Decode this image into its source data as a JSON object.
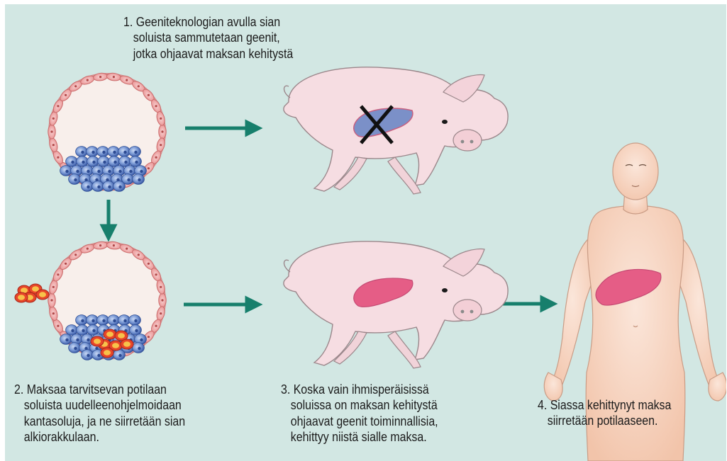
{
  "colors": {
    "background": "#d2e7e3",
    "arrow": "#177f6c",
    "pig_skin": "#f5dde2",
    "pig_outline": "#9d8a8e",
    "cell_membrane": "#f2a8a8",
    "embryo_cell": "#6e8fcf",
    "human_cell": "#e8462a",
    "liver_human": "#e85a84",
    "liver_pig": "#7b90c8",
    "human_skin": "#f7d7c4"
  },
  "steps": [
    {
      "number": "1.",
      "lines": [
        "Geeniteknologian avulla sian",
        "soluista sammutetaan geenit,",
        "jotka ohjaavat maksan kehitystä"
      ]
    },
    {
      "number": "2.",
      "lines": [
        "Maksaa tarvitsevan potilaan",
        "soluista uudelleenohjelmoidaan",
        "kantasoluja, ja ne siirretään sian",
        "alkiorakkulaan."
      ]
    },
    {
      "number": "3.",
      "lines": [
        "Koska vain ihmisperäisissä",
        "soluissa on maksan kehitystä",
        "ohjaavat geenit toiminnallisia,",
        "kehittyy niistä sialle maksa."
      ]
    },
    {
      "number": "4.",
      "lines": [
        "Siassa kehittynyt maksa",
        "siirretään potilaaseen."
      ]
    }
  ],
  "icons": [
    "blastocyst-icon",
    "pig-icon",
    "cross-mark-icon",
    "liver-icon",
    "human-figure-icon",
    "stem-cells-icon",
    "arrow-icon"
  ]
}
